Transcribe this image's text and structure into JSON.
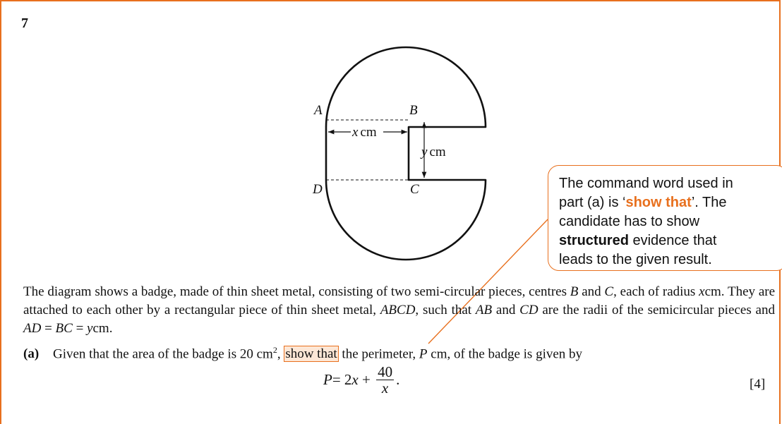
{
  "question": {
    "number": "7"
  },
  "diagram": {
    "labels": {
      "a": "A",
      "b": "B",
      "c": "C",
      "d": "D"
    },
    "dims": {
      "x_var": "x",
      "y_var": "y",
      "unit": "cm"
    }
  },
  "callout": {
    "line1": "The command word used in",
    "line2_pre": "part (a) is ‘",
    "keyword": "show that",
    "line2_post": "’. The",
    "line3": "candidate has to show",
    "line4_bold": "structured",
    "line4_rest": " evidence that",
    "line5": "leads to the given result."
  },
  "paragraph": {
    "t1": "The diagram shows a badge, made of thin sheet metal, consisting of two semi-circular pieces, centres ",
    "b": "B",
    "and": " and ",
    "c": "C",
    "t2": ", each of radius ",
    "x": "x",
    "t3": "cm. They are attached to each other by a rectangular piece of thin sheet metal, ",
    "abcd": "ABCD",
    "t4": ", such that ",
    "ab": "AB",
    "and2": " and ",
    "cd": "CD",
    "t5": " are the radii of the semicircular pieces and ",
    "ad": "AD",
    "eq1": " = ",
    "bc": "BC",
    "eq2": " = ",
    "y": "y",
    "t6": "cm."
  },
  "part_a": {
    "label": "(a)",
    "t1": "Given that the area of the badge is 20 cm",
    "sup": "2",
    "t2": ", ",
    "highlight": "show that",
    "t3": " the perimeter, ",
    "p": "P",
    "t4": " cm, of the badge is given by",
    "formula": {
      "lhs": "P",
      "eq": " = 2",
      "x": "x",
      "plus": " + ",
      "num": "40",
      "den": "x",
      "end": "."
    },
    "marks": "[4]"
  }
}
